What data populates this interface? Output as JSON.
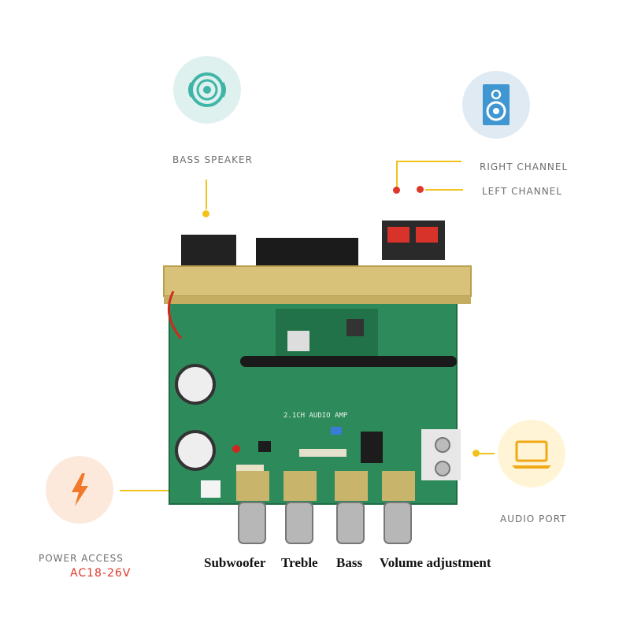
{
  "callouts": {
    "bass_speaker": "BASS SPEAKER",
    "right_channel": "RIGHT CHANNEL",
    "left_channel": "LEFT CHANNEL",
    "audio_port": "AUDIO PORT",
    "power_access": "POWER ACCESS",
    "power_voltage": "AC18-26V"
  },
  "knob_labels": {
    "subwoofer": "Subwoofer",
    "treble": "Treble",
    "bass": "Bass",
    "volume": "Volume adjustment"
  },
  "board_print": {
    "model": "2.1CH AUDIO AMP"
  },
  "icons": {
    "speaker_round": "bass-speaker-icon",
    "speaker_box": "tower-speaker-icon",
    "laptop": "laptop-icon",
    "lightning": "lightning-icon"
  },
  "colors": {
    "accent_yellow": "#f2c21b",
    "voltage_red": "#e0372b",
    "pcb_green": "#2d8a5a",
    "teal_circle": "#dff1ef",
    "blue_circle": "#dfeaf3",
    "yellow_circle": "#fff5d6",
    "orange_circle": "#fde9dc"
  }
}
